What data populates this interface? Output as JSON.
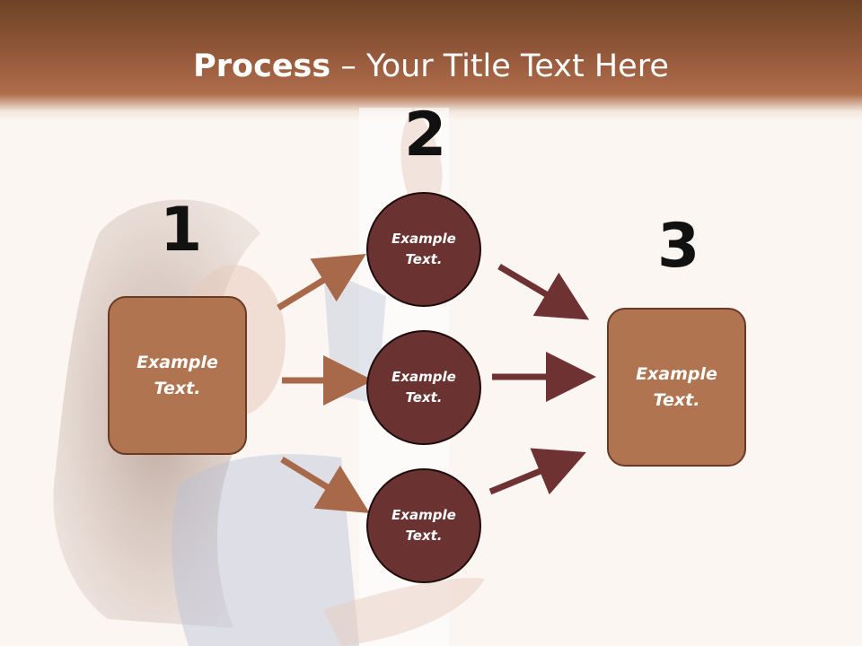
{
  "header": {
    "title_bold": "Process",
    "title_rest": " – Your Title Text Here"
  },
  "steps": {
    "one": {
      "number": "1",
      "text": "Example Text."
    },
    "two": {
      "number": "2",
      "items": [
        "Example Text.",
        "Example Text.",
        "Example Text."
      ]
    },
    "three": {
      "number": "3",
      "text": "Example Text."
    }
  },
  "colors": {
    "header": "#94583a",
    "box": "#b07450",
    "circle": "#6b3232",
    "arrow_light": "#a8684a",
    "arrow_dark": "#6e3232"
  }
}
